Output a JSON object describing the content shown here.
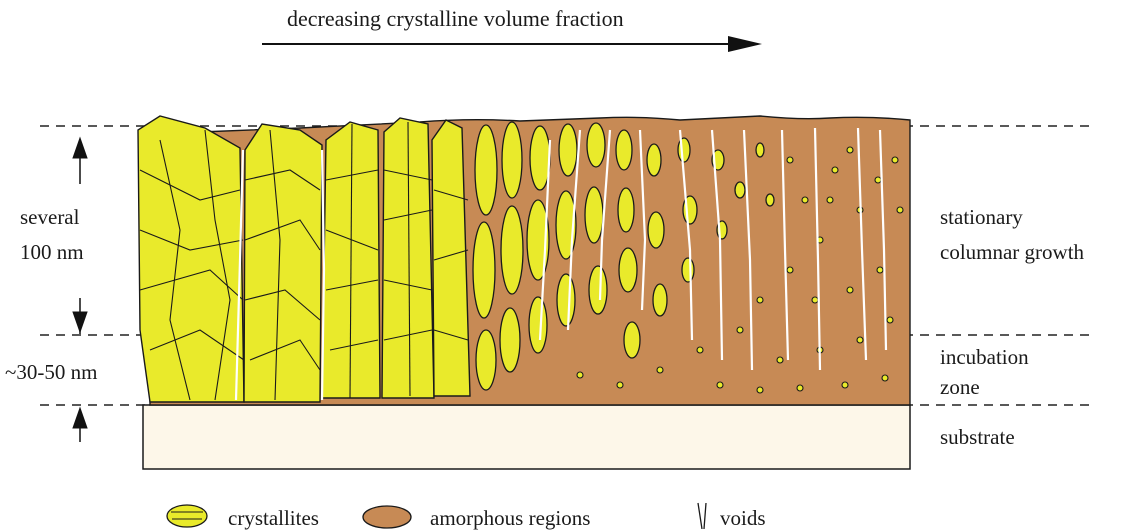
{
  "title": "decreasing crystalline volume fraction",
  "labels": {
    "thickness_top_line1": "several",
    "thickness_top_line2": "100 nm",
    "thickness_bottom": "~30-50 nm",
    "stationary_line1": "stationary",
    "stationary_line2": "columnar growth",
    "incubation_line1": "incubation",
    "incubation_line2": "zone",
    "substrate": "substrate"
  },
  "legend": {
    "crystallites": "crystallites",
    "amorphous": "amorphous regions",
    "voids": "voids"
  },
  "colors": {
    "crystallite": "#e9ea2b",
    "amorphous": "#c78a55",
    "substrate": "#fdf7e9",
    "outline": "#1a1a1a",
    "void": "#ffffff"
  }
}
